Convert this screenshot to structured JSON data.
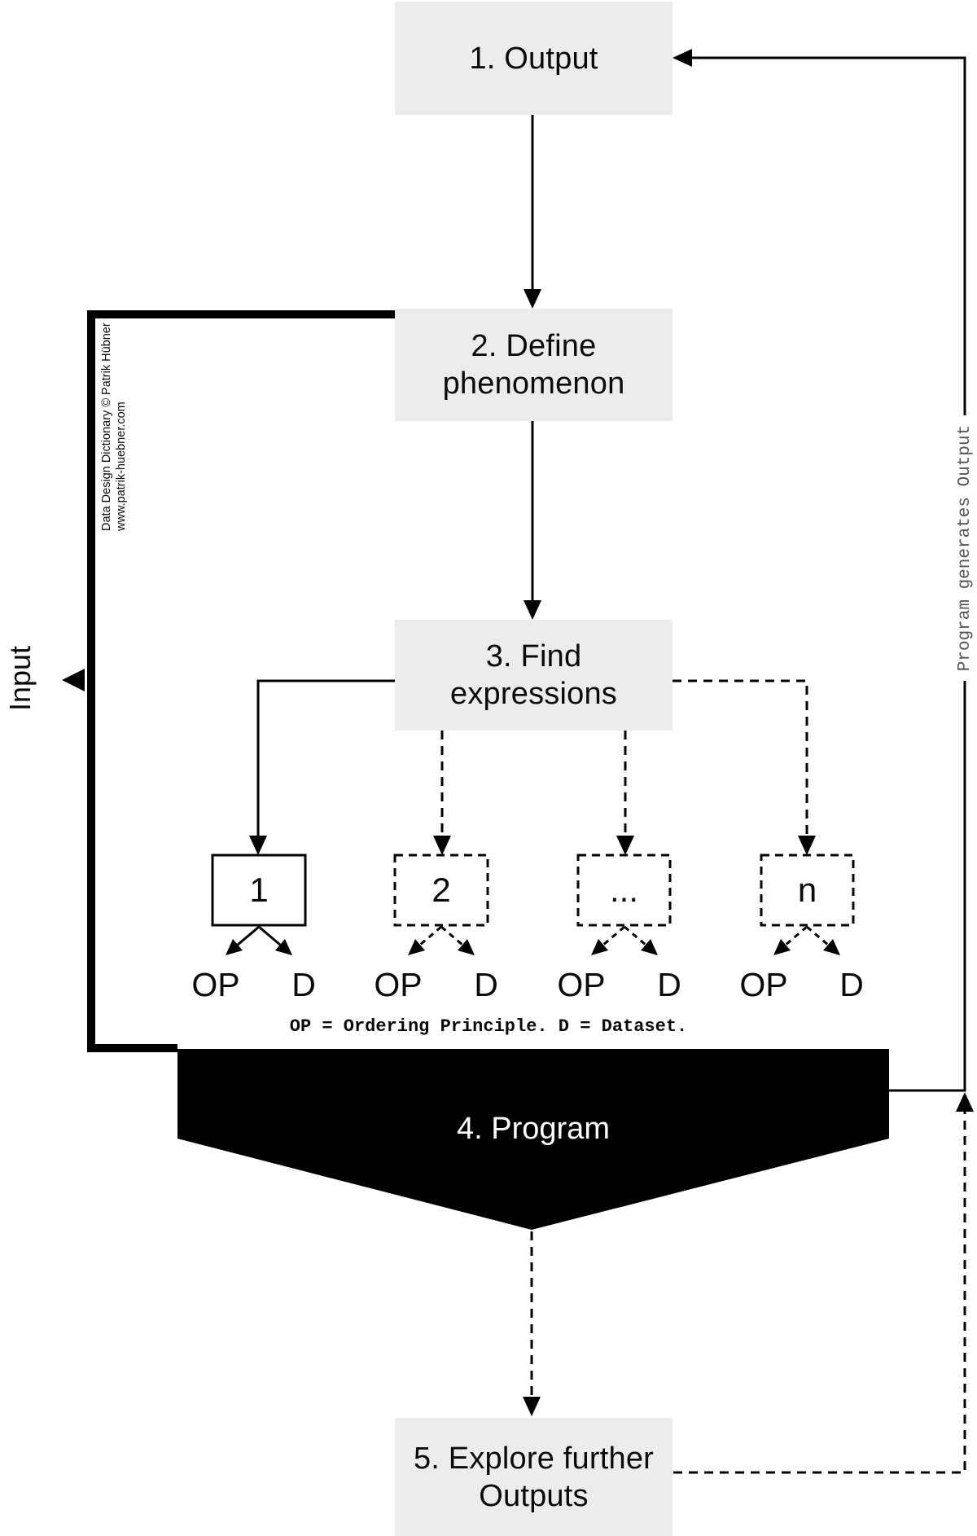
{
  "steps": [
    {
      "label": "1. Output"
    },
    {
      "line1": "2. Define",
      "line2": "phenomenon"
    },
    {
      "line1": "3. Find",
      "line2": "expressions"
    },
    {
      "label": "4. Program"
    },
    {
      "line1": "5. Explore further",
      "line2": "Outputs"
    }
  ],
  "expressions": {
    "items": [
      {
        "id": "1"
      },
      {
        "id": "2"
      },
      {
        "id": "..."
      },
      {
        "id": "n"
      }
    ],
    "op_label": "OP",
    "d_label": "D",
    "legend": "OP = Ordering Principle. D = Dataset."
  },
  "annotations": {
    "input_label": "Input",
    "right_label": "Program generates Output",
    "credit_line1": "Data Design Dictionary © Patrik Hübner",
    "credit_line2": "www.patrik-huebner.com"
  },
  "colors": {
    "box_fill": "#ececec",
    "ink": "#000000",
    "band_fill": "#000000",
    "band_text": "#ffffff",
    "side_label_text": "#555555"
  }
}
